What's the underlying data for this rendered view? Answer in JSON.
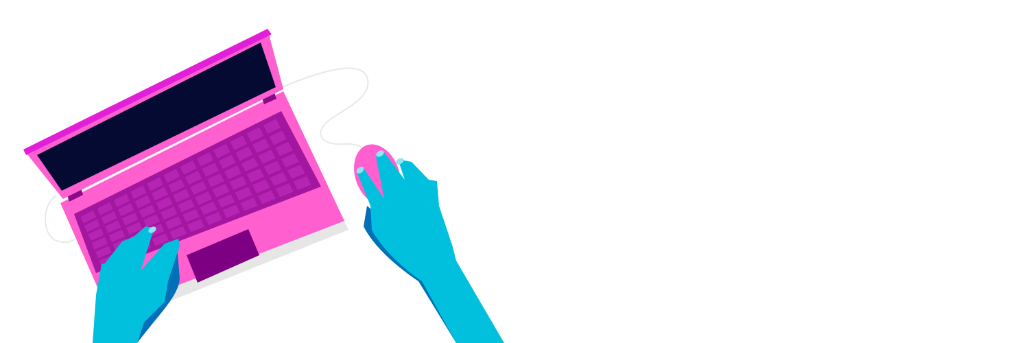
{
  "illustration": {
    "subject": [
      "laptop",
      "mouse",
      "left-hand",
      "right-hand",
      "cable"
    ],
    "colors": {
      "background": "#ffffff",
      "laptop_body": "#ff5fcf",
      "laptop_lid_edge": "#e21fd8",
      "screen": "#050a33",
      "keyboard": "#a3169f",
      "keys": "#b524b2",
      "trackpad": "#7e0082",
      "hinge": "#8a0a8a",
      "skin": "#00c0dd",
      "skin_shadow": "#0070b8",
      "nail": "#8fe6f2",
      "shadow": "#e6e6e6",
      "cable": "#e8e8e8"
    }
  }
}
